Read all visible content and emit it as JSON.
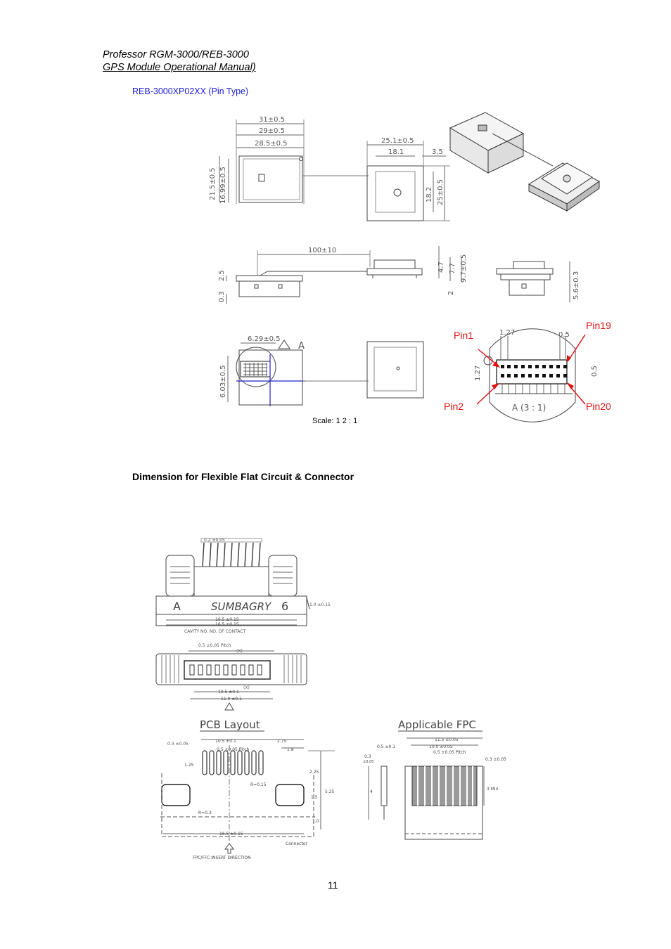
{
  "header": {
    "line1": "Professor RGM-3000/REB-3000",
    "line2": "GPS Module Operational Manual)"
  },
  "subtitle": "REB-3000XP02XX (Pin Type)",
  "drawing1": {
    "dims": {
      "d31": "31±0.5",
      "d29": "29±0.5",
      "d285": "28.5±0.5",
      "d251": "25.1±0.5",
      "d181": "18.1",
      "d35": "3.5",
      "d215": "21.5±0.5",
      "d1699": "16.99±0.5",
      "d182": "18.2",
      "d25": "25±0.5",
      "d100": "100±10",
      "d25b": "2.5",
      "d03": "0.3",
      "d47": "4.7",
      "d77": "7.7",
      "d97": "9.7±0.5",
      "d2": "2",
      "d56": "5.6±0.3",
      "d629": "6.29±0.5",
      "d603": "6.03±0.5",
      "d127a": "1.27",
      "d05a": "0.5",
      "d127b": "1.27",
      "d05b": "0.5",
      "detail": "A (3 : 1)",
      "markA": "A"
    },
    "pins": {
      "pin1": "Pin1",
      "pin2": "Pin2",
      "pin19": "Pin19",
      "pin20": "Pin20"
    },
    "scale": "Scale: 1 2 : 1"
  },
  "section_title": "Dimension for Flexible Flat Circuit & Connector",
  "drawing2": {
    "labels": {
      "d02": "0.2 ±0.05",
      "d10": "1.0 ±0.15",
      "d165a": "16.5 ±0.15",
      "d165b": "16.5 ±0.15",
      "cavity": "CAVITY  NO.      NO.  OF  CONTACT",
      "pitch1": "0.5 ±0.05 Pitch",
      "nx1": "(X)",
      "nx2": "(X)",
      "d105": "10.5 ±0.1",
      "d110": "11.0 ±0.1",
      "pcb_title": "PCB  Layout",
      "fpc_title": "Applicable  FPC",
      "p03": "0.3 ±0.05",
      "p105": "10.5 ±0.1",
      "p05p": "0.5 ±0.05 Pitch",
      "p275": "2.75",
      "p18": "1.8",
      "p125": "1.25",
      "p225": "2.25",
      "r015": "R=0.15",
      "p15": "1.5",
      "p525": "5.25",
      "r03": "R=0.3",
      "p10": "1.0",
      "p165": "16.5 ±0.15",
      "connector": "Connector",
      "insert": "FPC/FFC  INSERT  DIRECTION",
      "f115": "11.5 ±0.05",
      "f05": "0.5 ±0.1",
      "f100": "10.0 ±0.05",
      "f05p": "0.5 ±0.05 Pitch",
      "f03a": "0.3",
      "f03b": "±0.05",
      "f03c": "0.3 ±0.05",
      "f4": "4",
      "fmin": "3 Min."
    }
  },
  "page_number": "11"
}
